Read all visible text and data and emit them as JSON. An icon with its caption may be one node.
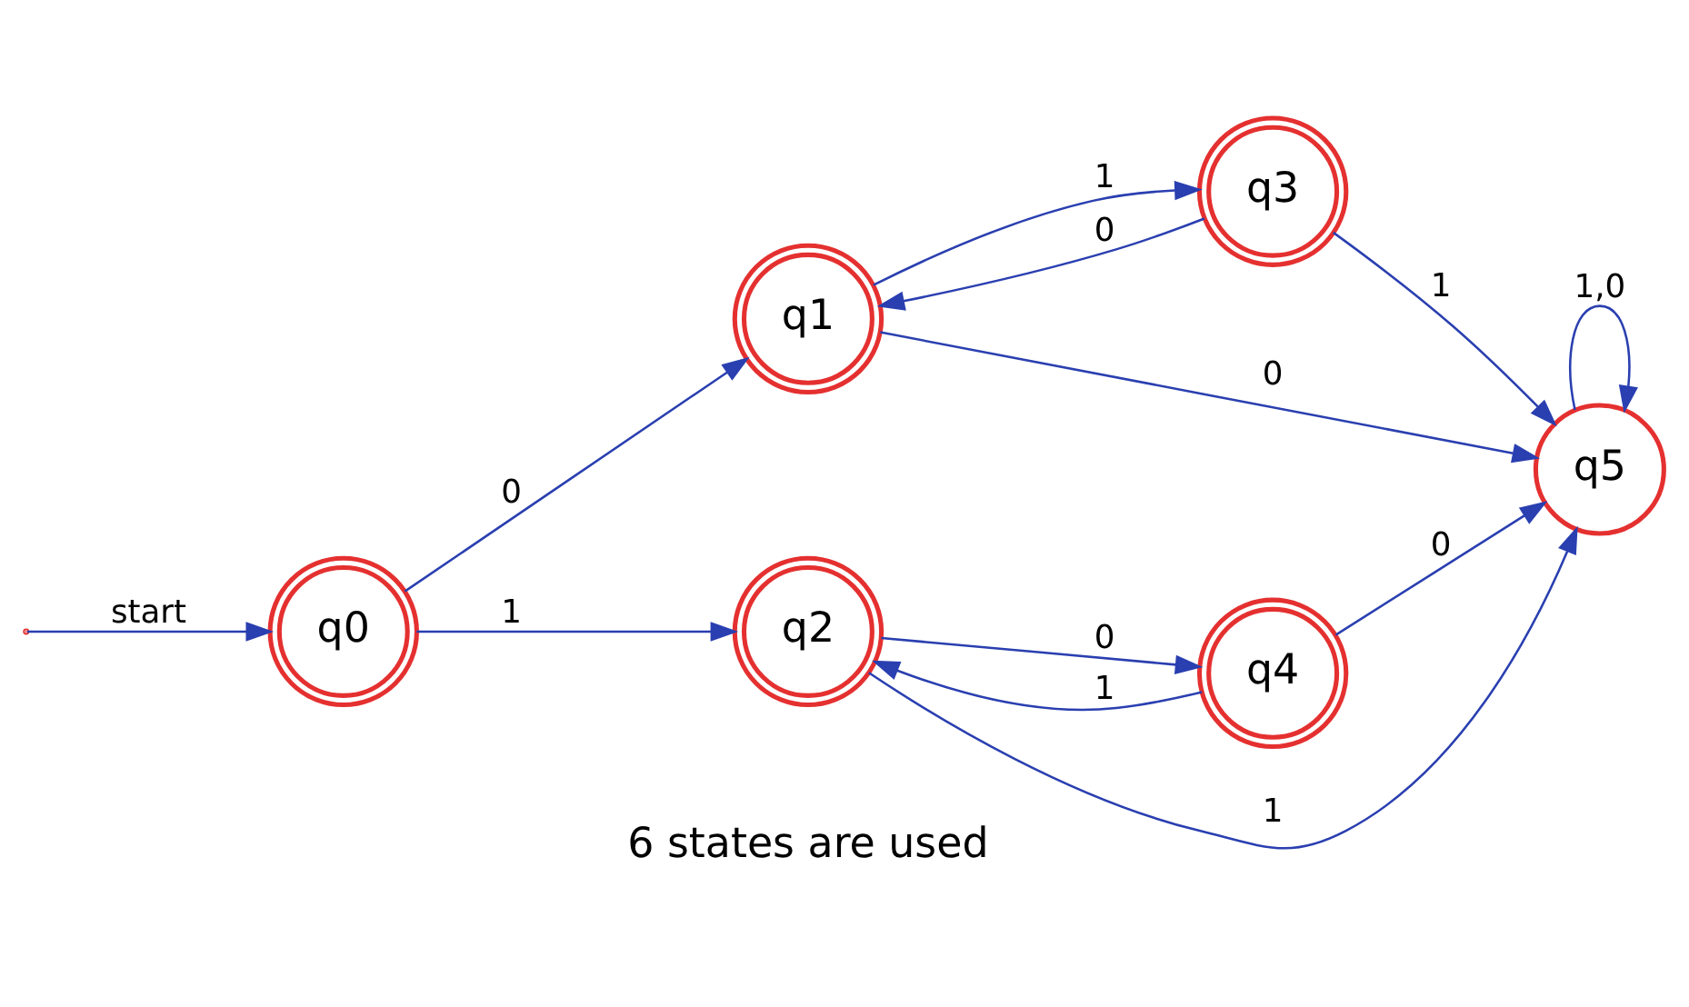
{
  "diagram": {
    "nodes": [
      {
        "text": [
          "q0"
        ]
      },
      {
        "text": [
          "q1"
        ]
      },
      {
        "text": [
          "q2"
        ]
      },
      {
        "text": [
          "q3"
        ]
      },
      {
        "text": [
          "q4"
        ]
      },
      {
        "text": [
          "q5"
        ]
      }
    ],
    "edges": [
      {
        "from": null,
        "to": 0,
        "arrow": "to",
        "label": "start"
      },
      {
        "from": 0,
        "to": 1,
        "arrow": "to",
        "label": "0"
      },
      {
        "from": 0,
        "to": 2,
        "arrow": "to",
        "label": "1"
      },
      {
        "from": 3,
        "to": 1,
        "arrow": "to",
        "label": "0"
      },
      {
        "from": 1,
        "to": 3,
        "arrow": "to",
        "label": "1"
      },
      {
        "from": 1,
        "to": 5,
        "arrow": "to",
        "label": "0"
      },
      {
        "from": 3,
        "to": 5,
        "arrow": "to",
        "label": "1"
      },
      {
        "from": 5,
        "to": 5,
        "arrow": "to",
        "label": "1,0"
      },
      {
        "from": 2,
        "to": 5,
        "arrow": "to",
        "label": "1"
      },
      {
        "from": 4,
        "to": 2,
        "arrow": "to",
        "label": "1"
      },
      {
        "from": 2,
        "to": 4,
        "arrow": "to",
        "label": "0"
      },
      {
        "from": 4,
        "to": 5,
        "arrow": "to",
        "label": "0"
      }
    ],
    "labels": [
      "6 states are used"
    ]
  }
}
